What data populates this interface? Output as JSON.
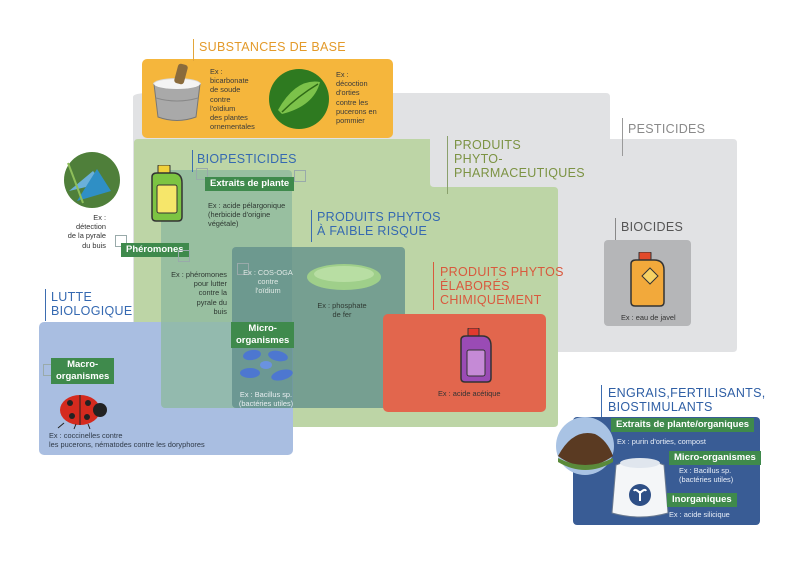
{
  "colors": {
    "substances_base": "#f5b63a",
    "pesticides": "#e0e1e3",
    "phyto": "#bcd6a4",
    "lutte_bio": "#a9bde0",
    "biopesticides": "#8fb9a1",
    "faible_risque": "#6a8f8a",
    "elabores": "#e2644c",
    "biocides": "#b6b7b9",
    "engrais": "#3a5a92",
    "tag_green": "#3f8a4c"
  },
  "titles": {
    "substances_de_base": "SUBSTANCES DE BASE",
    "pesticides": "PESTICIDES",
    "produits_phyto": "PRODUITS\nPHYTO-\nPHARMACEUTIQUES",
    "biopesticides": "BIOPESTICIDES",
    "faible_risque": "PRODUITS PHYTOS\nÀ FAIBLE RISQUE",
    "elabores": "PRODUITS PHYTOS\nÉLABORÉS\nCHIMIQUEMENT",
    "biocides": "BIOCIDES",
    "lutte_biologique": "LUTTE\nBIOLOGIQUE",
    "engrais": "ENGRAIS,FERTILISANTS,\nBIOSTIMULANTS"
  },
  "tags": {
    "extraits_de_plante": "Extraits de plante",
    "pheromones": "Phéromones",
    "micro_organismes": "Micro-\norganismes",
    "macro_organismes": "Macro-\norganismes",
    "engrais_extraits": "Extraits de plante/organiques",
    "engrais_micro": "Micro-organismes",
    "engrais_inorg": "Inorganiques"
  },
  "examples": {
    "bicarbonate": "Ex :\nbicarbonate\nde soude\ncontre\nl'oïdium\ndes plantes\nornementales",
    "decoction": "Ex :\ndécoction\nd'orties\ncontre les\npucerons en\npommier",
    "detection": "Ex : détection\nde la pyrale\ndu buis",
    "acide_pelargonique": "Ex : acide pélargonique\n(herbicide d'origine\nvégétale)",
    "pheromones": "Ex : phéromones\npour lutter\ncontre la\npyrale du\nbuis",
    "cos_oga": "Ex : COS-OGA\ncontre\nl'oïdium",
    "phosphate": "Ex : phosphate\nde fer",
    "bacillus": "Ex : Bacillus sp.\n(bactéries utiles)",
    "acide_acetique": "Ex : acide acétique",
    "eau_de_javel": "Ex : eau de javel",
    "coccinelles": "Ex : coccinelles contre\nles pucerons, nématodes contre les doryphores",
    "purin": "Ex : purin d'orties, compost",
    "engrais_bacillus": "Ex : Bacillus sp.\n(bactéries utiles)",
    "acide_silicique": "Ex : acide silicique"
  }
}
